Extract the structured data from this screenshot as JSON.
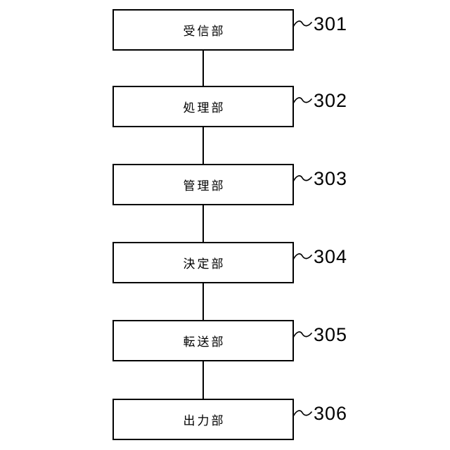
{
  "figure": {
    "background_color": "#ffffff",
    "line_color": "#000000",
    "blocks": [
      {
        "label": "受信部",
        "ref": "301"
      },
      {
        "label": "処理部",
        "ref": "302"
      },
      {
        "label": "管理部",
        "ref": "303"
      },
      {
        "label": "決定部",
        "ref": "304"
      },
      {
        "label": "転送部",
        "ref": "305"
      },
      {
        "label": "出力部",
        "ref": "306"
      }
    ]
  }
}
